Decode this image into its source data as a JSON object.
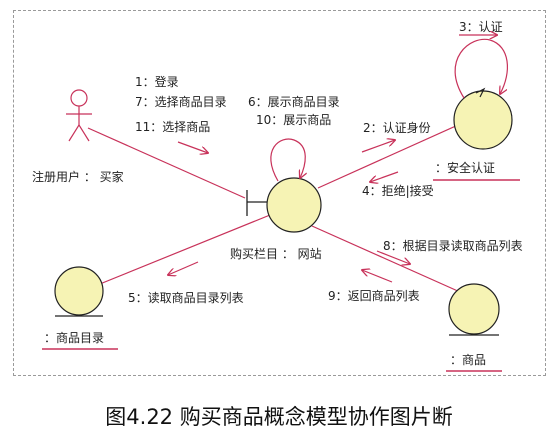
{
  "actors": {
    "buyer_label": "注册用户 ： 买家"
  },
  "objects": {
    "auth_label": "：安全认证",
    "store_label": "购买栏目 ： 网站",
    "catalog_label": "：商品目录",
    "product_label": "：商品"
  },
  "messages": {
    "m1": "1：登录",
    "m7": "7：选择商品目录",
    "m11": "11：选择商品",
    "m6": "6：展示商品目录",
    "m10": "10：展示商品",
    "m2": "2：认证身份",
    "m3": "3：认证",
    "m4": "4：拒绝|接受",
    "m8": "8：根据目录读取商品列表",
    "m9": "9：返回商品列表",
    "m5": "5：读取商品目录列表"
  },
  "caption": "图4.22 购买商品概念模型协作图片断",
  "colors": {
    "line": "#c8325a",
    "object_fill": "#f6f3b4"
  }
}
